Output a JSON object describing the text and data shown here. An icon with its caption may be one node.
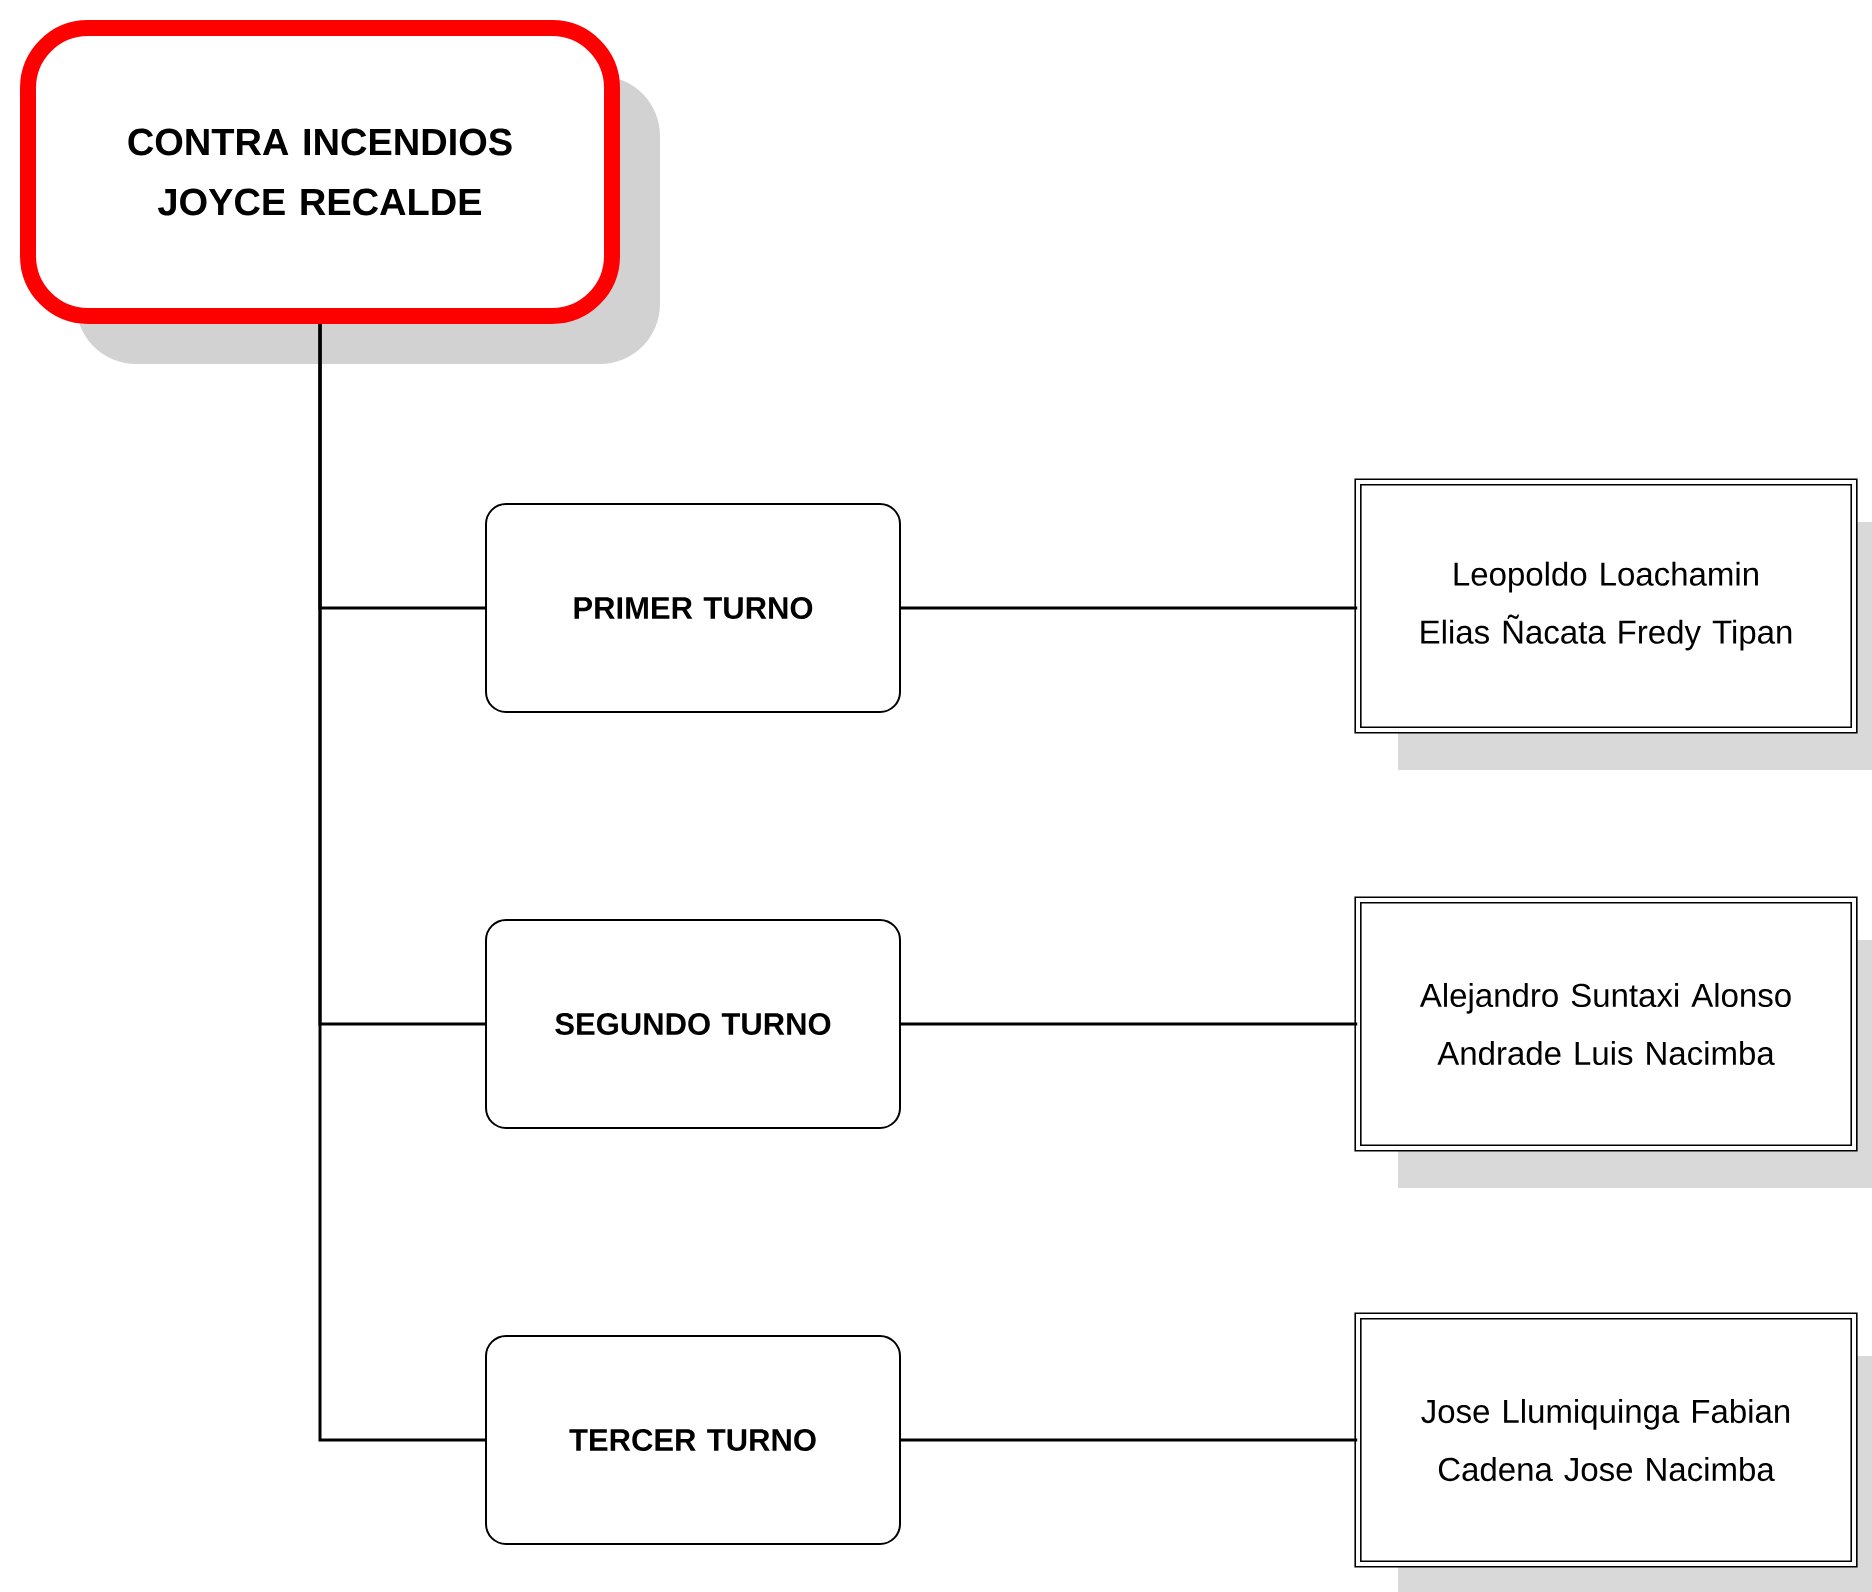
{
  "diagram": {
    "nodes": [
      {
        "text": [
          "CONTRA INCENDIOS JOYCE RECALDE"
        ]
      },
      {
        "text": [
          "PRIMER TURNO"
        ]
      },
      {
        "text": [
          "SEGUNDO TURNO"
        ]
      },
      {
        "text": [
          "TERCER TURNO"
        ]
      },
      {
        "text": [
          "Leopoldo Loachamin Elias Ñacata Fredy Tipan"
        ]
      },
      {
        "text": [
          "Alejandro Suntaxi Alonso Andrade Luis Nacimba"
        ]
      },
      {
        "text": [
          "Jose Llumiquinga Fabian Cadena Jose Nacimba"
        ]
      }
    ],
    "edges": [
      {
        "from": 0,
        "to": 1,
        "arrow": "none"
      },
      {
        "from": 0,
        "to": 2,
        "arrow": "none"
      },
      {
        "from": 0,
        "to": 3,
        "arrow": "none"
      },
      {
        "from": 1,
        "to": 4,
        "arrow": "none"
      },
      {
        "from": 2,
        "to": 5,
        "arrow": "none"
      },
      {
        "from": 3,
        "to": 6,
        "arrow": "none"
      }
    ]
  }
}
